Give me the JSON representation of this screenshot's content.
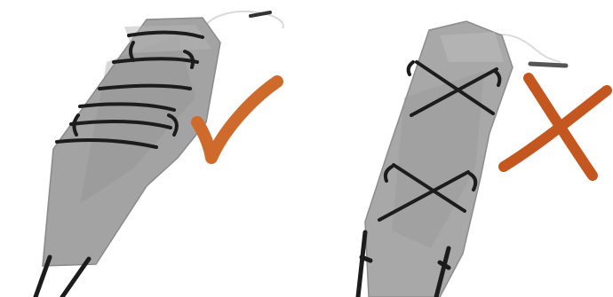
{
  "panels": [
    {
      "name": "correct-strapping",
      "verdict_mark": "check-mark",
      "mark_color": "#cd6a2c"
    },
    {
      "name": "incorrect-strapping",
      "verdict_mark": "x-mark",
      "mark_color": "#c4561f"
    }
  ],
  "colors": {
    "stretcher_fill": "#a3a3a3",
    "stretcher_edge": "#8a8a8a",
    "strap": "#1c1c1c",
    "rope": "#e6e6e6"
  }
}
